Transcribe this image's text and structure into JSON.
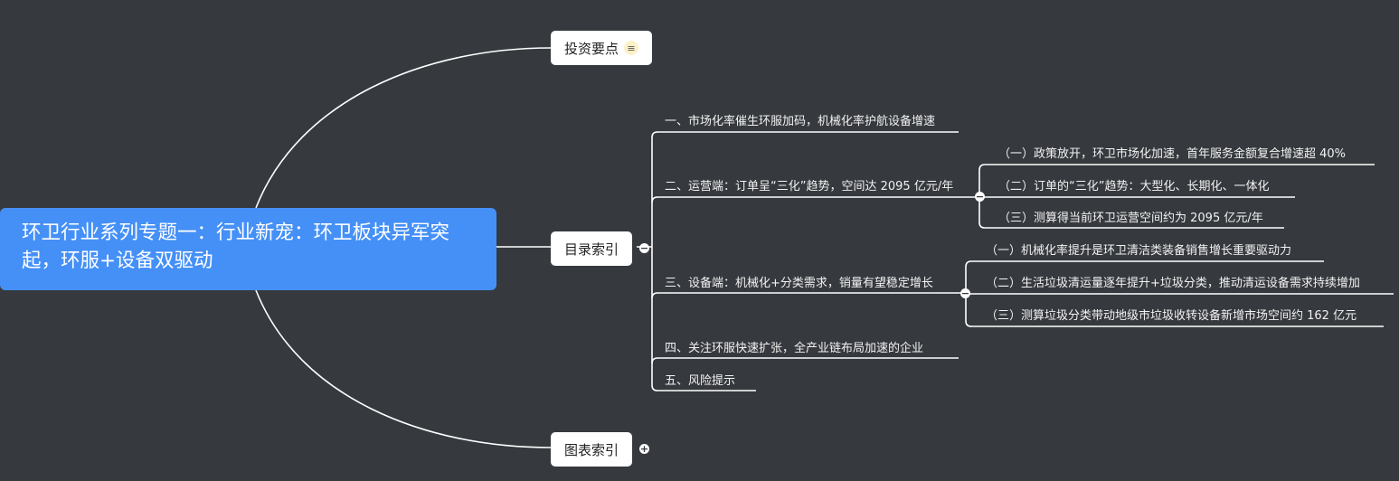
{
  "root": {
    "title": "环卫行业系列专题一：行业新宠：环卫板块异军突起，环服+设备双驱动",
    "color": "#4590f7"
  },
  "branches": [
    {
      "label": "投资要点",
      "icon": "note-icon",
      "icon_glyph": "≡"
    },
    {
      "label": "目录索引",
      "toggle": "−",
      "children": [
        {
          "label": "一、市场化率催生环服加码，机械化率护航设备增速"
        },
        {
          "label": "二、运营端：订单呈“三化”趋势，空间达 2095 亿元/年",
          "toggle": "−",
          "children": [
            {
              "label": "（一）政策放开，环卫市场化加速，首年服务金额复合增速超 40%"
            },
            {
              "label": "（二）订单的“三化”趋势：大型化、长期化、一体化"
            },
            {
              "label": "（三）测算得当前环卫运营空间约为 2095 亿元/年"
            }
          ]
        },
        {
          "label": "三、设备端：机械化+分类需求，销量有望稳定增长",
          "toggle": "−",
          "children": [
            {
              "label": "（一）机械化率提升是环卫清洁类装备销售增长重要驱动力"
            },
            {
              "label": "（二）生活垃圾清运量逐年提升+垃圾分类，推动清运设备需求持续增加"
            },
            {
              "label": "（三）测算垃圾分类带动地级市垃圾收转设备新增市场空间约 162 亿元"
            }
          ]
        },
        {
          "label": "四、关注环服快速扩张，全产业链布局加速的企业"
        },
        {
          "label": "五、风险提示"
        }
      ]
    },
    {
      "label": "图表索引",
      "toggle": "+"
    }
  ],
  "colors": {
    "background": "#36393e",
    "line": "#ffffff",
    "node": "#ffffff"
  }
}
